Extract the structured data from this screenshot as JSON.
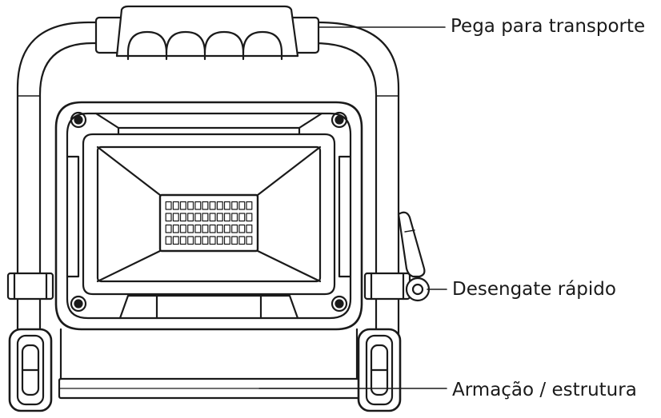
{
  "labels": {
    "carry_handle": "Pega para transporte",
    "quick_release": "Desengate rápido",
    "frame": "Armação / estrutura"
  },
  "colors": {
    "stroke": "#1a1a1a",
    "background": "#ffffff"
  },
  "led_array": {
    "rows": 4,
    "columns": 12
  }
}
